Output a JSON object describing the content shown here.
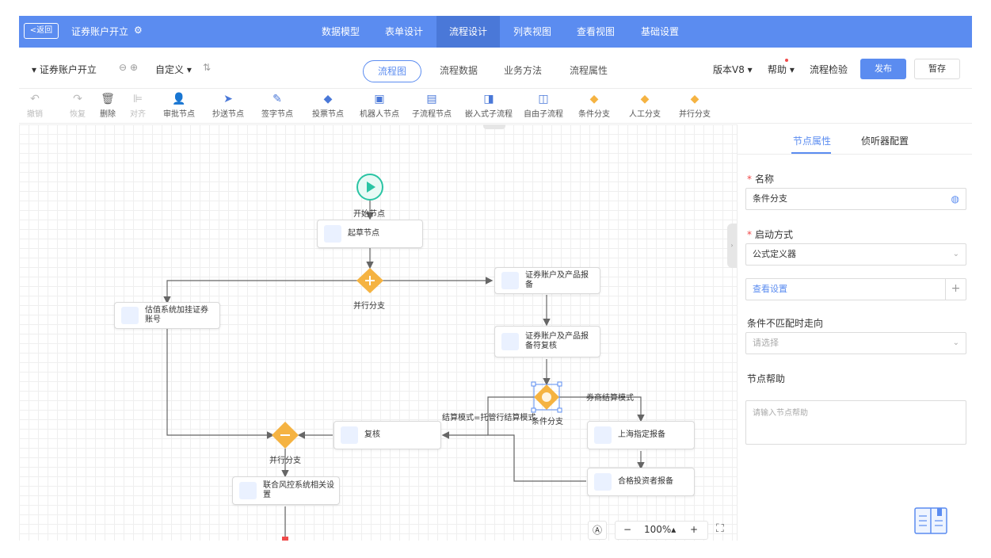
{
  "topnav": {
    "back_label": "<返回",
    "app_title": "证券账户开立",
    "tabs": [
      {
        "label": "数据模型"
      },
      {
        "label": "表单设计"
      },
      {
        "label": "流程设计"
      },
      {
        "label": "列表视图"
      },
      {
        "label": "查看视图"
      },
      {
        "label": "基础设置"
      }
    ],
    "active_tab": "流程设计"
  },
  "bar2": {
    "flow_name": "▾ 证券账户开立",
    "custom_label": "自定义 ▾",
    "subtabs": [
      {
        "label": "流程图"
      },
      {
        "label": "流程数据"
      },
      {
        "label": "业务方法"
      },
      {
        "label": "流程属性"
      }
    ],
    "active_subtab": "流程图",
    "version_label": "版本V8 ▾",
    "help_label": "帮助 ▾",
    "check_label": "流程检验",
    "publish_label": "发布",
    "save_label": "暂存"
  },
  "toolbar": {
    "items": [
      {
        "label": "撤销",
        "icon": "undo-icon"
      },
      {
        "label": "恢复",
        "icon": "redo-icon"
      },
      {
        "label": "删除",
        "icon": "trash-icon"
      },
      {
        "label": "对齐",
        "icon": "align-icon"
      },
      {
        "label": "审批节点",
        "icon": "user-icon"
      },
      {
        "label": "抄送节点",
        "icon": "send-icon"
      },
      {
        "label": "签字节点",
        "icon": "sign-icon"
      },
      {
        "label": "投票节点",
        "icon": "vote-icon"
      },
      {
        "label": "机器人节点",
        "icon": "robot-icon"
      },
      {
        "label": "子流程节点",
        "icon": "subflow-icon"
      },
      {
        "label": "嵌入式子流程",
        "icon": "embedded-icon"
      },
      {
        "label": "自由子流程",
        "icon": "free-subflow-icon"
      },
      {
        "label": "条件分支",
        "icon": "condition-icon"
      },
      {
        "label": "人工分支",
        "icon": "manual-branch-icon"
      },
      {
        "label": "并行分支",
        "icon": "parallel-icon"
      }
    ]
  },
  "canvas": {
    "start_label": "开始节点",
    "nodes": {
      "draft": "起草节点",
      "valuation": "估值系统加挂证券账号",
      "report": "证券账户及产品报备",
      "review_report": "证券账户及产品报备符复核",
      "review": "复核",
      "shanghai": "上海指定报备",
      "qualified": "合格投资者报备",
      "risk": "联合风控系统相关设置"
    },
    "gateway_labels": {
      "parallel1": "并行分支",
      "condition": "条件分支",
      "parallel2": "并行分支"
    },
    "edge_labels": {
      "custody": "结算模式=托管行结算模式",
      "broker": "券商结算模式"
    },
    "zoom_label": "100%▴"
  },
  "panel": {
    "tabs": [
      {
        "label": "节点属性"
      },
      {
        "label": "侦听器配置"
      }
    ],
    "active_tab": "节点属性",
    "name_label": "名称",
    "name_value": "条件分支",
    "start_mode_label": "启动方式",
    "start_mode_value": "公式定义器",
    "view_settings_label": "查看设置",
    "mismatch_label": "条件不匹配时走向",
    "mismatch_placeholder": "请选择",
    "help_label": "节点帮助",
    "help_placeholder": "请输入节点帮助"
  },
  "colors": {
    "brand": "#5b8cf0",
    "gateway": "#f5b342",
    "start": "#2bc4a4"
  }
}
